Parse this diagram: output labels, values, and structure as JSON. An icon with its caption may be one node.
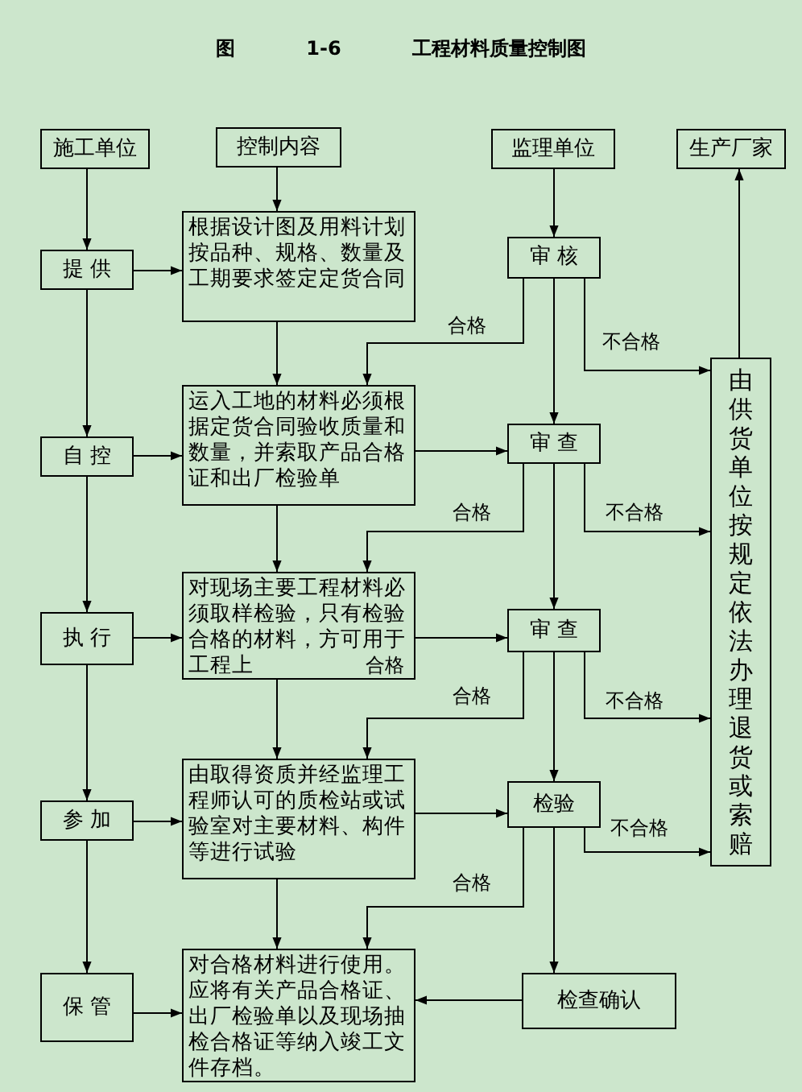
{
  "diagram": {
    "title": "图 1-6 工程材料质量控制图",
    "nodes": [
      {
        "text": [
          "施工单位"
        ]
      },
      {
        "text": [
          "控制内容"
        ]
      },
      {
        "text": [
          "监理单位"
        ]
      },
      {
        "text": [
          "生产厂家"
        ]
      },
      {
        "text": [
          "提 供"
        ]
      },
      {
        "text": [
          "根据设计图及用料计划按品种、规格、数量及工期要求签定定货合同"
        ]
      },
      {
        "text": [
          "审 核"
        ]
      },
      {
        "text": [
          "自 控"
        ]
      },
      {
        "text": [
          "运入工地的材料必须根据定货合同验收质量和数量，并索取产品合格证和出厂检验单"
        ]
      },
      {
        "text": [
          "审 查"
        ]
      },
      {
        "text": [
          "执 行"
        ]
      },
      {
        "text": [
          "对现场主要工程材料必须取样检验，只有检验合格的材料，方可用于工程上"
        ]
      },
      {
        "text": [
          "审 查"
        ]
      },
      {
        "text": [
          "参 加"
        ]
      },
      {
        "text": [
          "由取得资质并经监理工程师认可的质检站或试验室对主要材料、构件等进行试验"
        ]
      },
      {
        "text": [
          "检验"
        ]
      },
      {
        "text": [
          "保 管"
        ]
      },
      {
        "text": [
          "对合格材料进行使用。应将有关产品合格证、出厂检验单以及现场抽检合格证等纳入竣工文件存档。"
        ]
      },
      {
        "text": [
          "检查确认"
        ]
      },
      {
        "text": [
          "由供货单位按规定依法办理退货或索赔"
        ]
      }
    ],
    "edges": [
      {
        "from": 0,
        "to": 4,
        "arrow": "to"
      },
      {
        "from": 1,
        "to": 5,
        "arrow": "to"
      },
      {
        "from": 2,
        "to": 6,
        "arrow": "to"
      },
      {
        "from": 19,
        "to": 3,
        "arrow": "to"
      },
      {
        "from": 4,
        "to": 5,
        "arrow": "to"
      },
      {
        "from": 4,
        "to": 7,
        "arrow": "to"
      },
      {
        "from": 5,
        "to": 8,
        "arrow": "to"
      },
      {
        "from": 6,
        "to": 8,
        "arrow": "to",
        "label": "合格"
      },
      {
        "from": 6,
        "to": 9,
        "arrow": "to"
      },
      {
        "from": 6,
        "to": 19,
        "arrow": "to",
        "label": "不合格"
      },
      {
        "from": 7,
        "to": 8,
        "arrow": "to"
      },
      {
        "from": 8,
        "to": 9,
        "arrow": "to"
      },
      {
        "from": 7,
        "to": 10,
        "arrow": "to"
      },
      {
        "from": 8,
        "to": 11,
        "arrow": "to"
      },
      {
        "from": 9,
        "to": 11,
        "arrow": "to",
        "label": "合格"
      },
      {
        "from": 9,
        "to": 12,
        "arrow": "to"
      },
      {
        "from": 9,
        "to": 19,
        "arrow": "to",
        "label": "不合格"
      },
      {
        "from": 10,
        "to": 11,
        "arrow": "to"
      },
      {
        "from": 11,
        "to": 12,
        "arrow": "to"
      },
      {
        "from": 10,
        "to": 13,
        "arrow": "to"
      },
      {
        "from": 11,
        "to": 14,
        "arrow": "to"
      },
      {
        "from": 12,
        "to": 14,
        "arrow": "to",
        "label": "合格"
      },
      {
        "from": 12,
        "to": 15,
        "arrow": "to"
      },
      {
        "from": 12,
        "to": 19,
        "arrow": "to",
        "label": "不合格"
      },
      {
        "from": 13,
        "to": 14,
        "arrow": "to"
      },
      {
        "from": 14,
        "to": 15,
        "arrow": "to"
      },
      {
        "from": 15,
        "to": 19,
        "arrow": "to",
        "label": "不合格"
      },
      {
        "from": 13,
        "to": 16,
        "arrow": "to"
      },
      {
        "from": 14,
        "to": 17,
        "arrow": "to"
      },
      {
        "from": 15,
        "to": 17,
        "arrow": "to",
        "label": "合格"
      },
      {
        "from": 15,
        "to": 18,
        "arrow": "to"
      },
      {
        "from": 16,
        "to": 17,
        "arrow": "to"
      },
      {
        "from": 18,
        "to": 17,
        "arrow": "to"
      }
    ],
    "labels": [
      "合格"
    ]
  }
}
